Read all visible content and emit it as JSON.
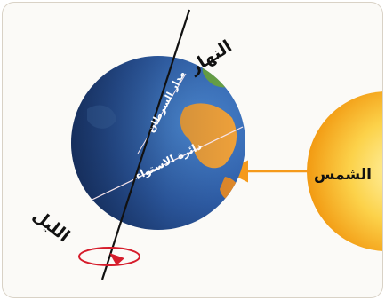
{
  "labels": {
    "day": "النهار",
    "night": "الليل",
    "sun": "الشمس",
    "equator": "دائرة الاستواء",
    "tropic": "مدار السرطان"
  },
  "colors": {
    "ocean": "#3b73c2",
    "land": "#f2a33a",
    "sun": "#f6a21a",
    "arrow": "#f59a1b",
    "rotation": "#d61d2c",
    "axis": "#111111"
  }
}
